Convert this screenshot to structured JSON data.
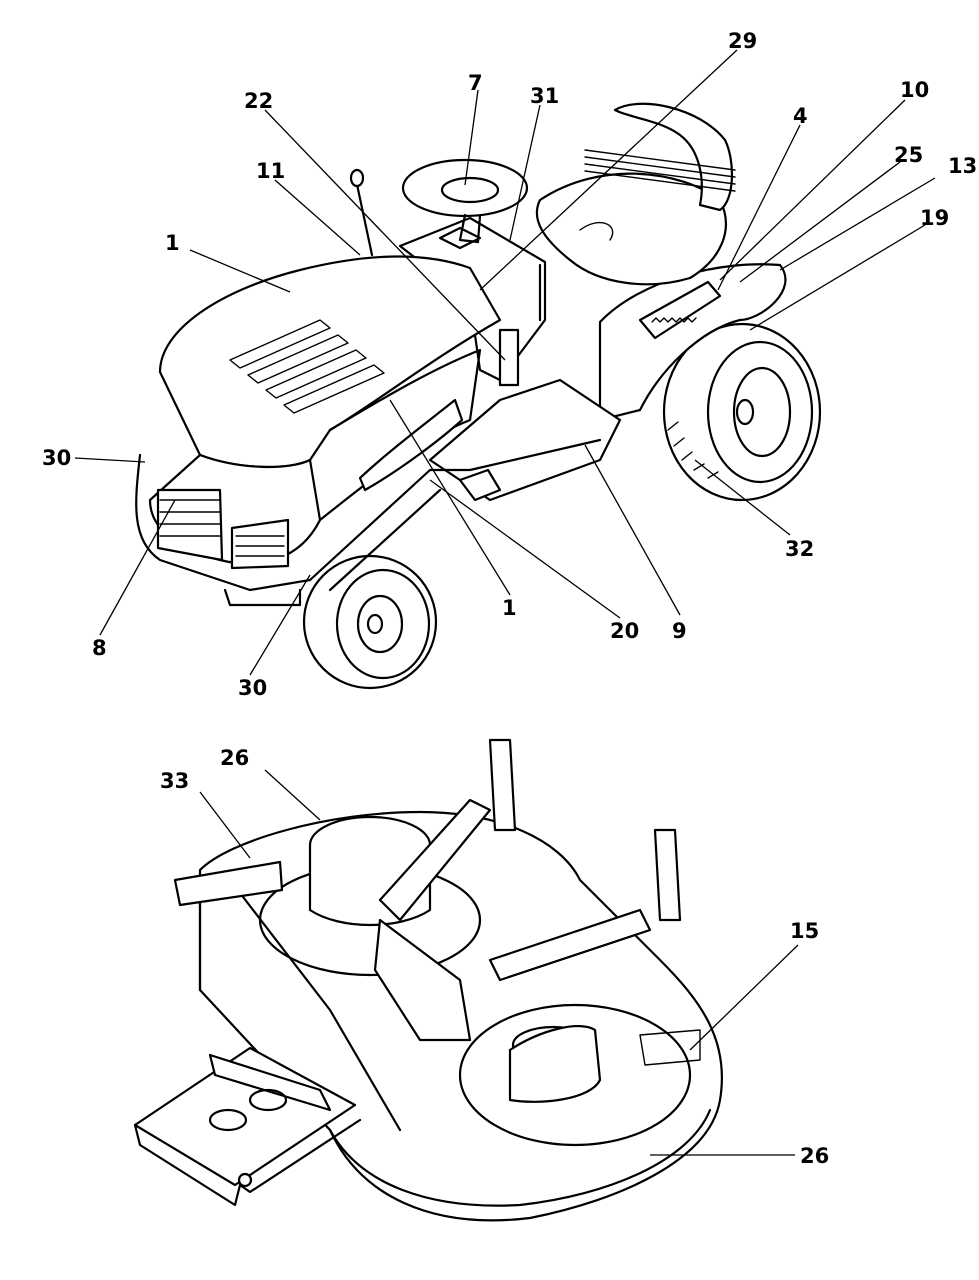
{
  "callouts": {
    "c1_hood": "1",
    "c1_side": "1",
    "c4": "4",
    "c7": "7",
    "c8": "8",
    "c9": "9",
    "c10": "10",
    "c11": "11",
    "c13": "13",
    "c15": "15",
    "c19": "19",
    "c20": "20",
    "c22": "22",
    "c25": "25",
    "c26_top": "26",
    "c26_bottom": "26",
    "c29": "29",
    "c30_left": "30",
    "c30_bottom": "30",
    "c31": "31",
    "c32": "32",
    "c33": "33"
  }
}
